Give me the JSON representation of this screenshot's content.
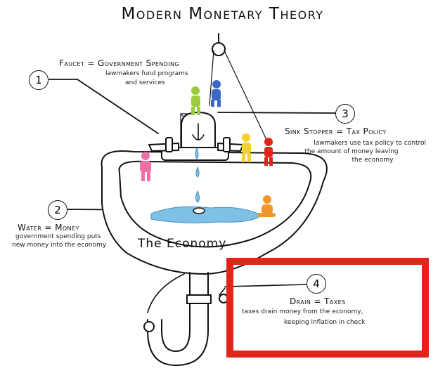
{
  "title": "Modern Monetary Theory",
  "sections": [
    {
      "number": "1",
      "heading": "Faucet = Government Spending",
      "lines": [
        "lawmakers fund programs",
        "and services"
      ]
    },
    {
      "number": "2",
      "heading": "Water = Money",
      "lines": [
        "government spending puts",
        "new money into the economy"
      ]
    },
    {
      "number": "3",
      "heading": "Sink Stopper = Tax Policy",
      "lines": [
        "lawmakers use tax policy to control",
        "the amount of money leaving",
        "the economy"
      ]
    },
    {
      "number": "4",
      "heading": "Drain = Taxes",
      "lines": [
        "taxes drain money from the economy,",
        "keeping inflation in check"
      ]
    }
  ],
  "sink_label": "The Economy",
  "colors": {
    "highlight": "#e0251b",
    "water": "#7fc0e6",
    "figure_pink": "#f06fa6",
    "figure_yellow": "#f3d02a",
    "figure_green": "#9acc3c",
    "figure_blue": "#3c66c9",
    "figure_red": "#e1251b",
    "figure_orange": "#f0962c"
  }
}
